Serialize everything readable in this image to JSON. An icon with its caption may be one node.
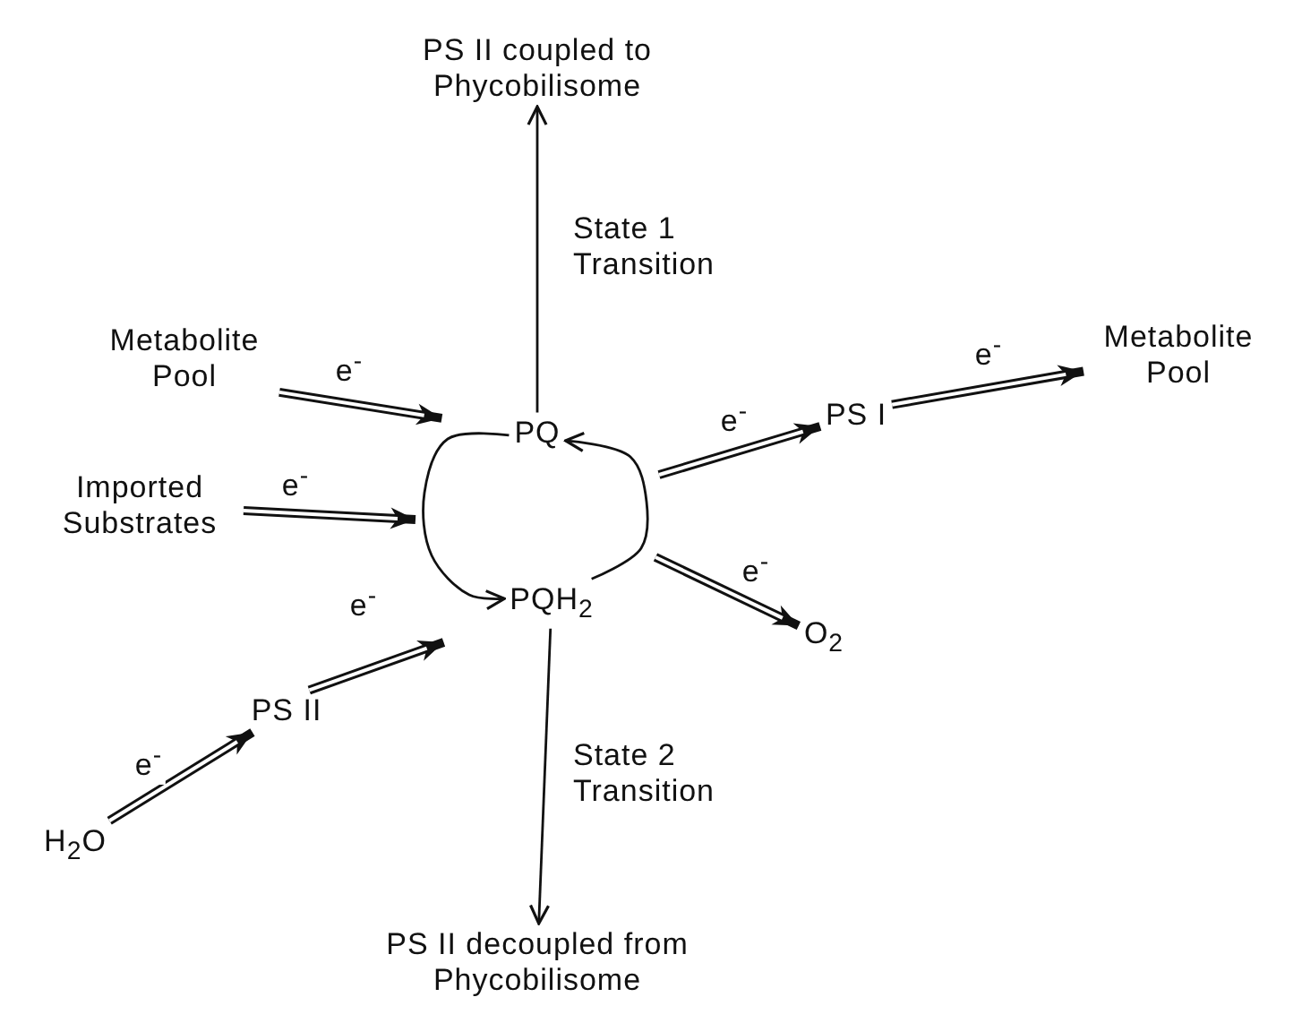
{
  "diagram": {
    "nodes": [
      {
        "text": [
          "PS II coupled to Phycobilisome"
        ]
      },
      {
        "text": [
          "Metabolite Pool"
        ]
      },
      {
        "text": [
          "Imported Substrates"
        ]
      },
      {
        "text": [
          "PQ"
        ]
      },
      {
        "text": [
          "PQH$_{2}$"
        ]
      },
      {
        "text": [
          "PS I"
        ]
      },
      {
        "text": [
          "Metabolite Pool"
        ]
      },
      {
        "text": [
          "O$_{2}$"
        ]
      },
      {
        "text": [
          "PS II"
        ]
      },
      {
        "text": [
          "H$_{2}$O"
        ]
      },
      {
        "text": [
          "PS II decoupled from Phycobilisome"
        ]
      }
    ],
    "edges": [
      {
        "from": 3,
        "to": 0,
        "arrow": "to",
        "label": "State 1 Transition"
      },
      {
        "from": 4,
        "to": 10,
        "arrow": "to",
        "label": "State 2 Transition"
      },
      {
        "from": 1,
        "to": 3,
        "arrow": "to",
        "label": "e$^{-}$"
      },
      {
        "from": 2,
        "to": null,
        "arrow": "to",
        "label": "e$^{-}$"
      },
      {
        "from": 8,
        "to": 4,
        "arrow": "to",
        "label": "e$^{-}$"
      },
      {
        "from": 9,
        "to": 8,
        "arrow": "to",
        "label": "e$^{-}$"
      },
      {
        "from": 3,
        "to": 4,
        "arrow": "to"
      },
      {
        "from": 4,
        "to": 3,
        "arrow": "to"
      },
      {
        "from": null,
        "to": 5,
        "arrow": "to",
        "label": "e$^{-}$"
      },
      {
        "from": null,
        "to": 7,
        "arrow": "to",
        "label": "e$^{-}$"
      },
      {
        "from": 5,
        "to": 6,
        "arrow": "to",
        "label": "e$^{-}$"
      }
    ]
  }
}
